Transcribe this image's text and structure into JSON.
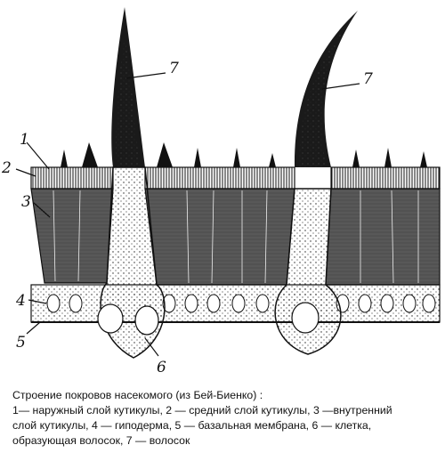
{
  "figure": {
    "labels": [
      "1",
      "2",
      "3",
      "4",
      "5",
      "6",
      "7",
      "7"
    ]
  },
  "caption": {
    "title": "Строение покровов насекомого  (из Бей-Биенко) :",
    "line1": "1— наружный слой кутикулы, 2 — средний  слой  кутикулы,  3 —внутренний",
    "line2": "слой  кутикулы,  4 — гиподерма,  5 — базальная  мембрана,   6 — клетка,",
    "line3": "образующая  волосок, 7 — волосок"
  },
  "colors": {
    "ink": "#111111",
    "paper": "#ffffff",
    "cuticle_fill": "#5a5a5a"
  }
}
